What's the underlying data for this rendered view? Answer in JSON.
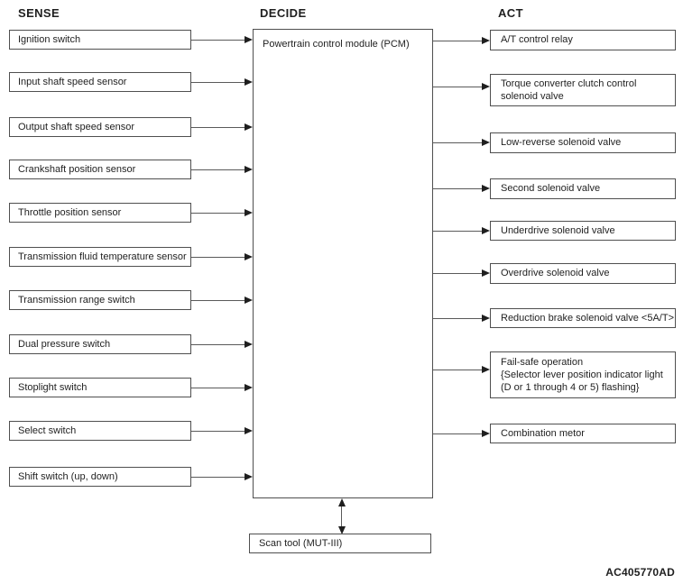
{
  "diagram": {
    "headings": {
      "sense": "SENSE",
      "decide": "DECIDE",
      "act": "ACT"
    },
    "sense_items": [
      {
        "label": "Ignition switch"
      },
      {
        "label": "Input shaft speed sensor"
      },
      {
        "label": "Output shaft speed sensor"
      },
      {
        "label": "Crankshaft position sensor"
      },
      {
        "label": "Throttle position sensor"
      },
      {
        "label": "Transmission fluid temperature sensor"
      },
      {
        "label": "Transmission range switch"
      },
      {
        "label": "Dual pressure switch"
      },
      {
        "label": "Stoplight switch"
      },
      {
        "label": "Select switch"
      },
      {
        "label": "Shift switch (up, down)"
      }
    ],
    "decide_nodes": {
      "pcm": {
        "label": "Powertrain control module (PCM)"
      },
      "scan_tool": {
        "label": "Scan tool (MUT-III)"
      }
    },
    "act_items": [
      {
        "label": "A/T control relay"
      },
      {
        "label": "Torque converter clutch control\nsolenoid valve"
      },
      {
        "label": "Low-reverse solenoid valve"
      },
      {
        "label": "Second solenoid valve"
      },
      {
        "label": "Underdrive solenoid valve"
      },
      {
        "label": "Overdrive solenoid valve"
      },
      {
        "label": "Reduction brake solenoid valve <5A/T>"
      },
      {
        "label": "Fail-safe operation\n{Selector lever position indicator light\n(D or 1 through 4 or 5) flashing}"
      },
      {
        "label": "Combination metor"
      }
    ],
    "figure_code": "AC405770AD",
    "colors": {
      "background": "#ffffff",
      "box_border": "#4f4f4f",
      "line": "#5a5a5a",
      "arrowhead": "#1f1f1f",
      "text": "#1f1f1f"
    }
  }
}
